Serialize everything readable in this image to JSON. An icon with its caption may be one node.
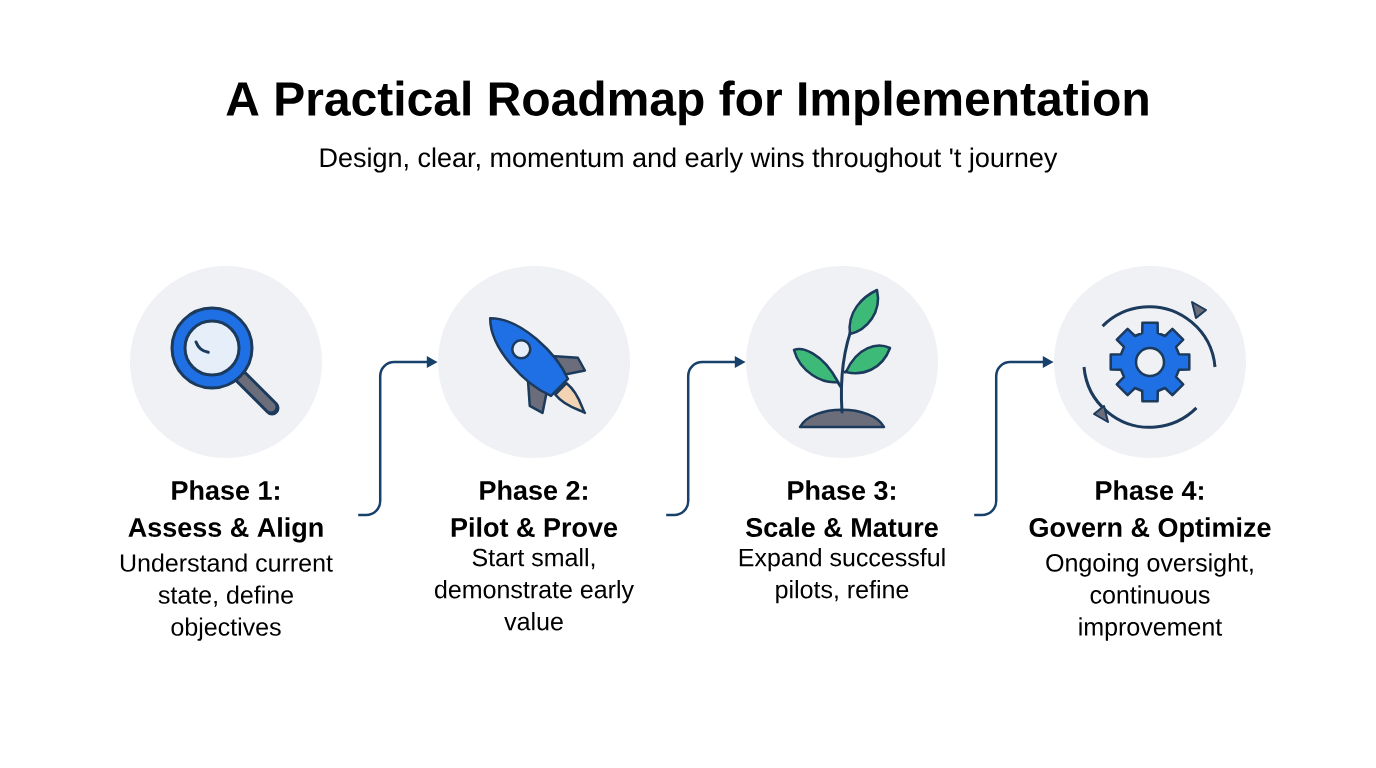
{
  "diagram": {
    "title": "A Practical Roadmap for Implementation",
    "caption": "Design, clear, momentum and early wins throughout 't journey",
    "nodes": [
      {
        "text": [],
        "shape": "circle"
      },
      {
        "text": [
          "Phase 1: Assess & Align",
          "Understand current state, define objectives"
        ]
      },
      {
        "text": [],
        "shape": "circle"
      },
      {
        "text": [
          "Phase 2: Pilot & Prove",
          "Start small, demonstrate early value"
        ]
      },
      {
        "text": [],
        "shape": "circle"
      },
      {
        "text": [
          "Phase 3: Scale & Mature",
          "Expand successful pilots, refine"
        ]
      },
      {
        "text": [],
        "shape": "circle"
      },
      {
        "text": [
          "Phase 4: Govern & Optimize",
          "Ongoing oversight, continuous improvement"
        ]
      }
    ],
    "edges": [
      {
        "from": 1,
        "to": 2,
        "arrow": "to"
      },
      {
        "from": 3,
        "to": 4,
        "arrow": "to"
      },
      {
        "from": 5,
        "to": 6,
        "arrow": "to"
      }
    ]
  }
}
